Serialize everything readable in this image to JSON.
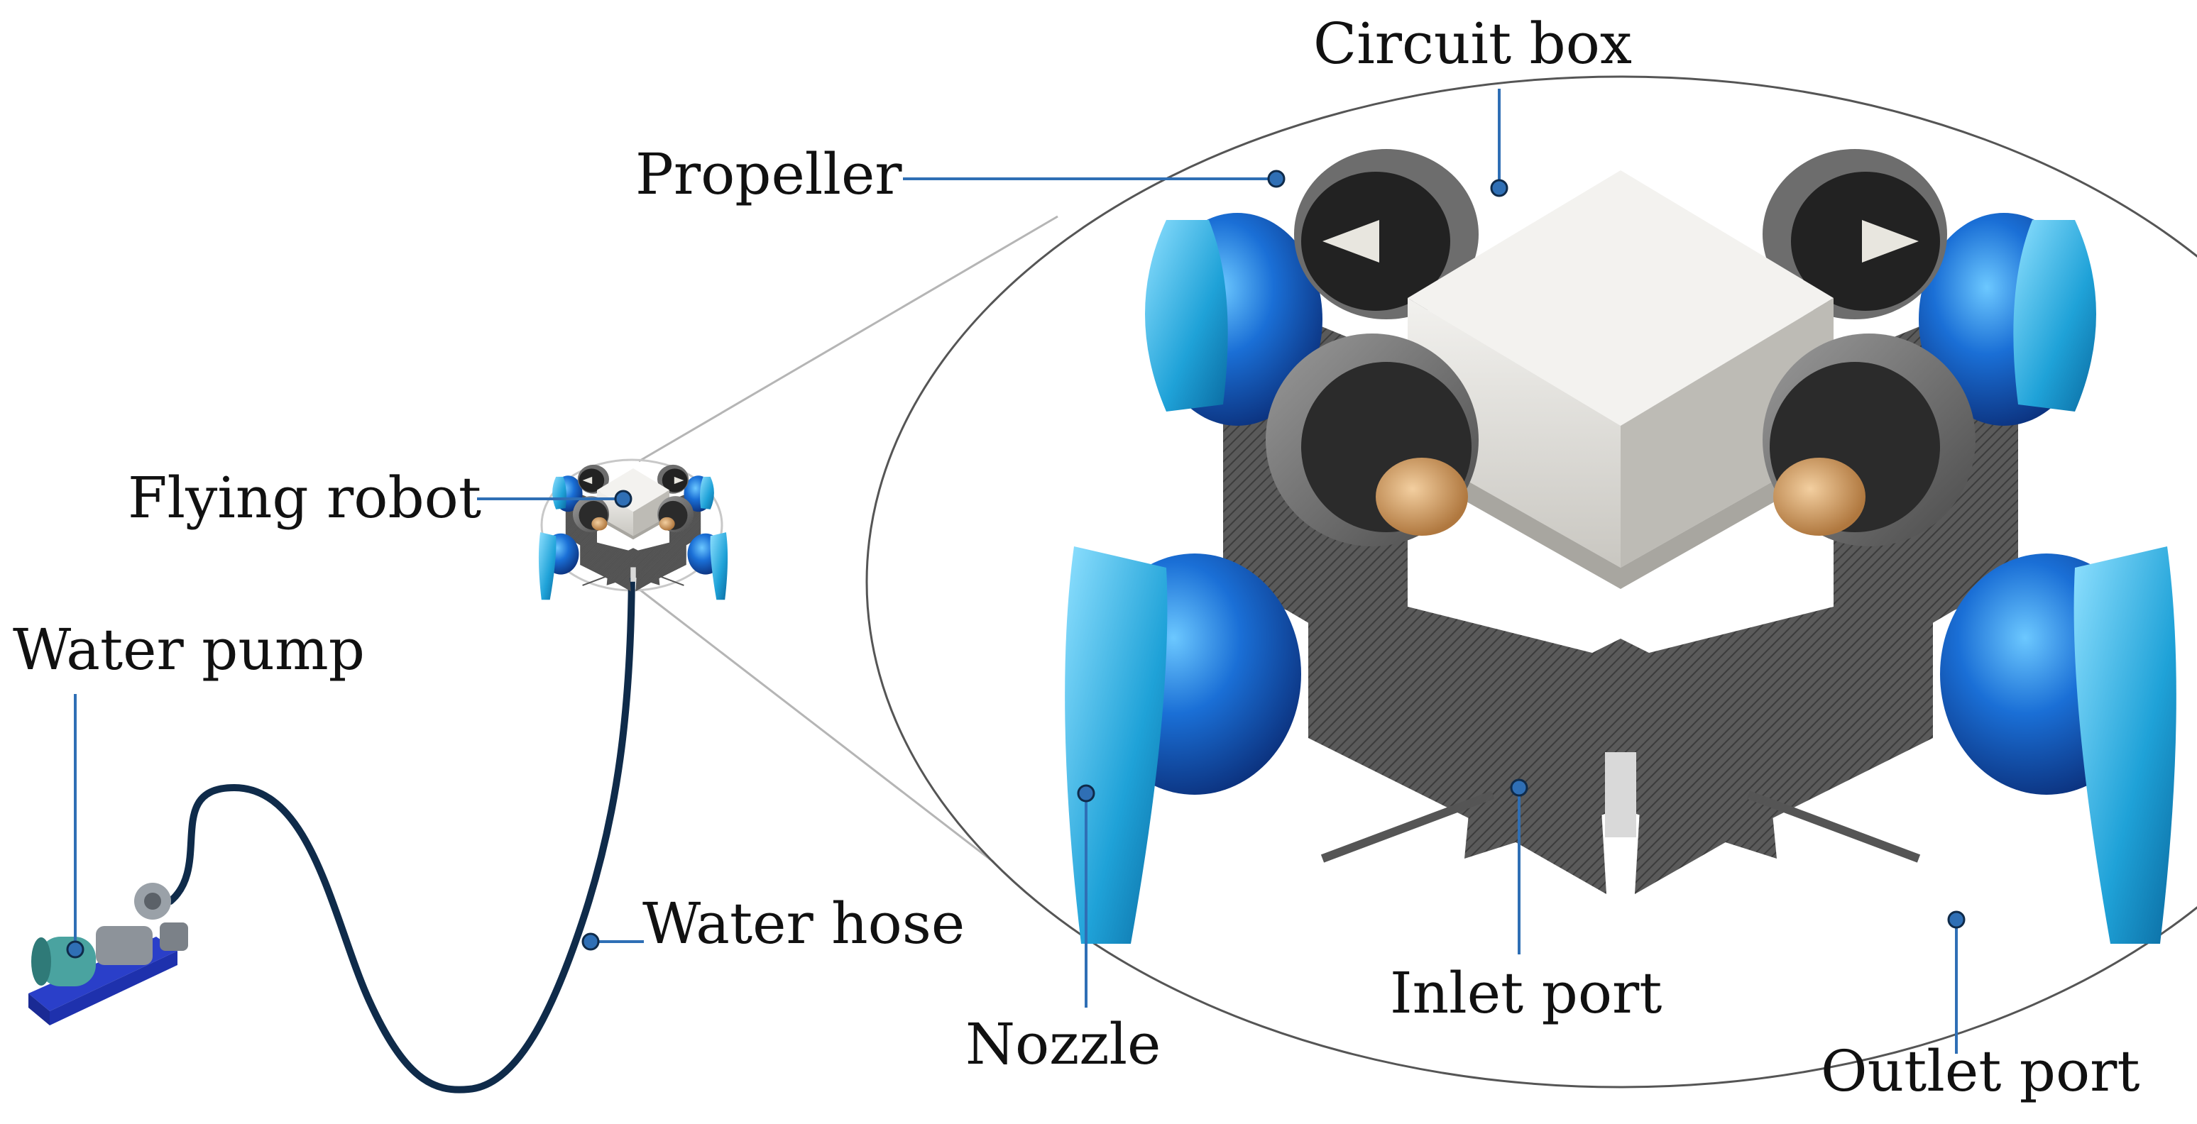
{
  "labels": {
    "circuit_box": "Circuit box",
    "propeller": "Propeller",
    "flying_robot": "Flying robot",
    "water_pump": "Water pump",
    "water_hose": "Water hose",
    "nozzle": "Nozzle",
    "inlet_port": "Inlet port",
    "outlet_port": "Outlet port"
  },
  "colors": {
    "leader_line": "#2f6fb5",
    "leader_dot": "#2f6fb5",
    "hose": "#0f2b4a",
    "nozzle_blue": "#1fa2d8",
    "tank_blue": "#1a5fb4",
    "housing_gray": "#6f6f6f",
    "circuit_box": "#d8d6d0",
    "pump_base": "#2a3fc9",
    "motor_teal": "#4aa3a0"
  }
}
